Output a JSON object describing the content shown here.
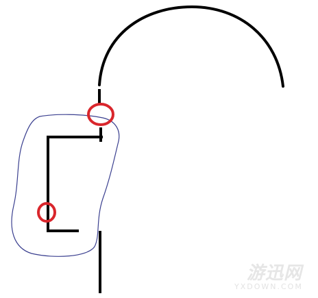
{
  "watermark": {
    "logo_text": "游迅网",
    "url_text": "YXDOWN.COM"
  },
  "colors": {
    "background": "#ffffff",
    "stroke": "#000000",
    "marker": "#d9262c",
    "outline": "#3a3f8f",
    "watermark": "#e4e4e4"
  },
  "elements": {
    "arc": "black-arc",
    "hooks": "black-bracket-segments",
    "markers": [
      "red-circle-marker-upper",
      "red-circle-marker-lower"
    ],
    "outline": "blue-freehand-outline"
  }
}
